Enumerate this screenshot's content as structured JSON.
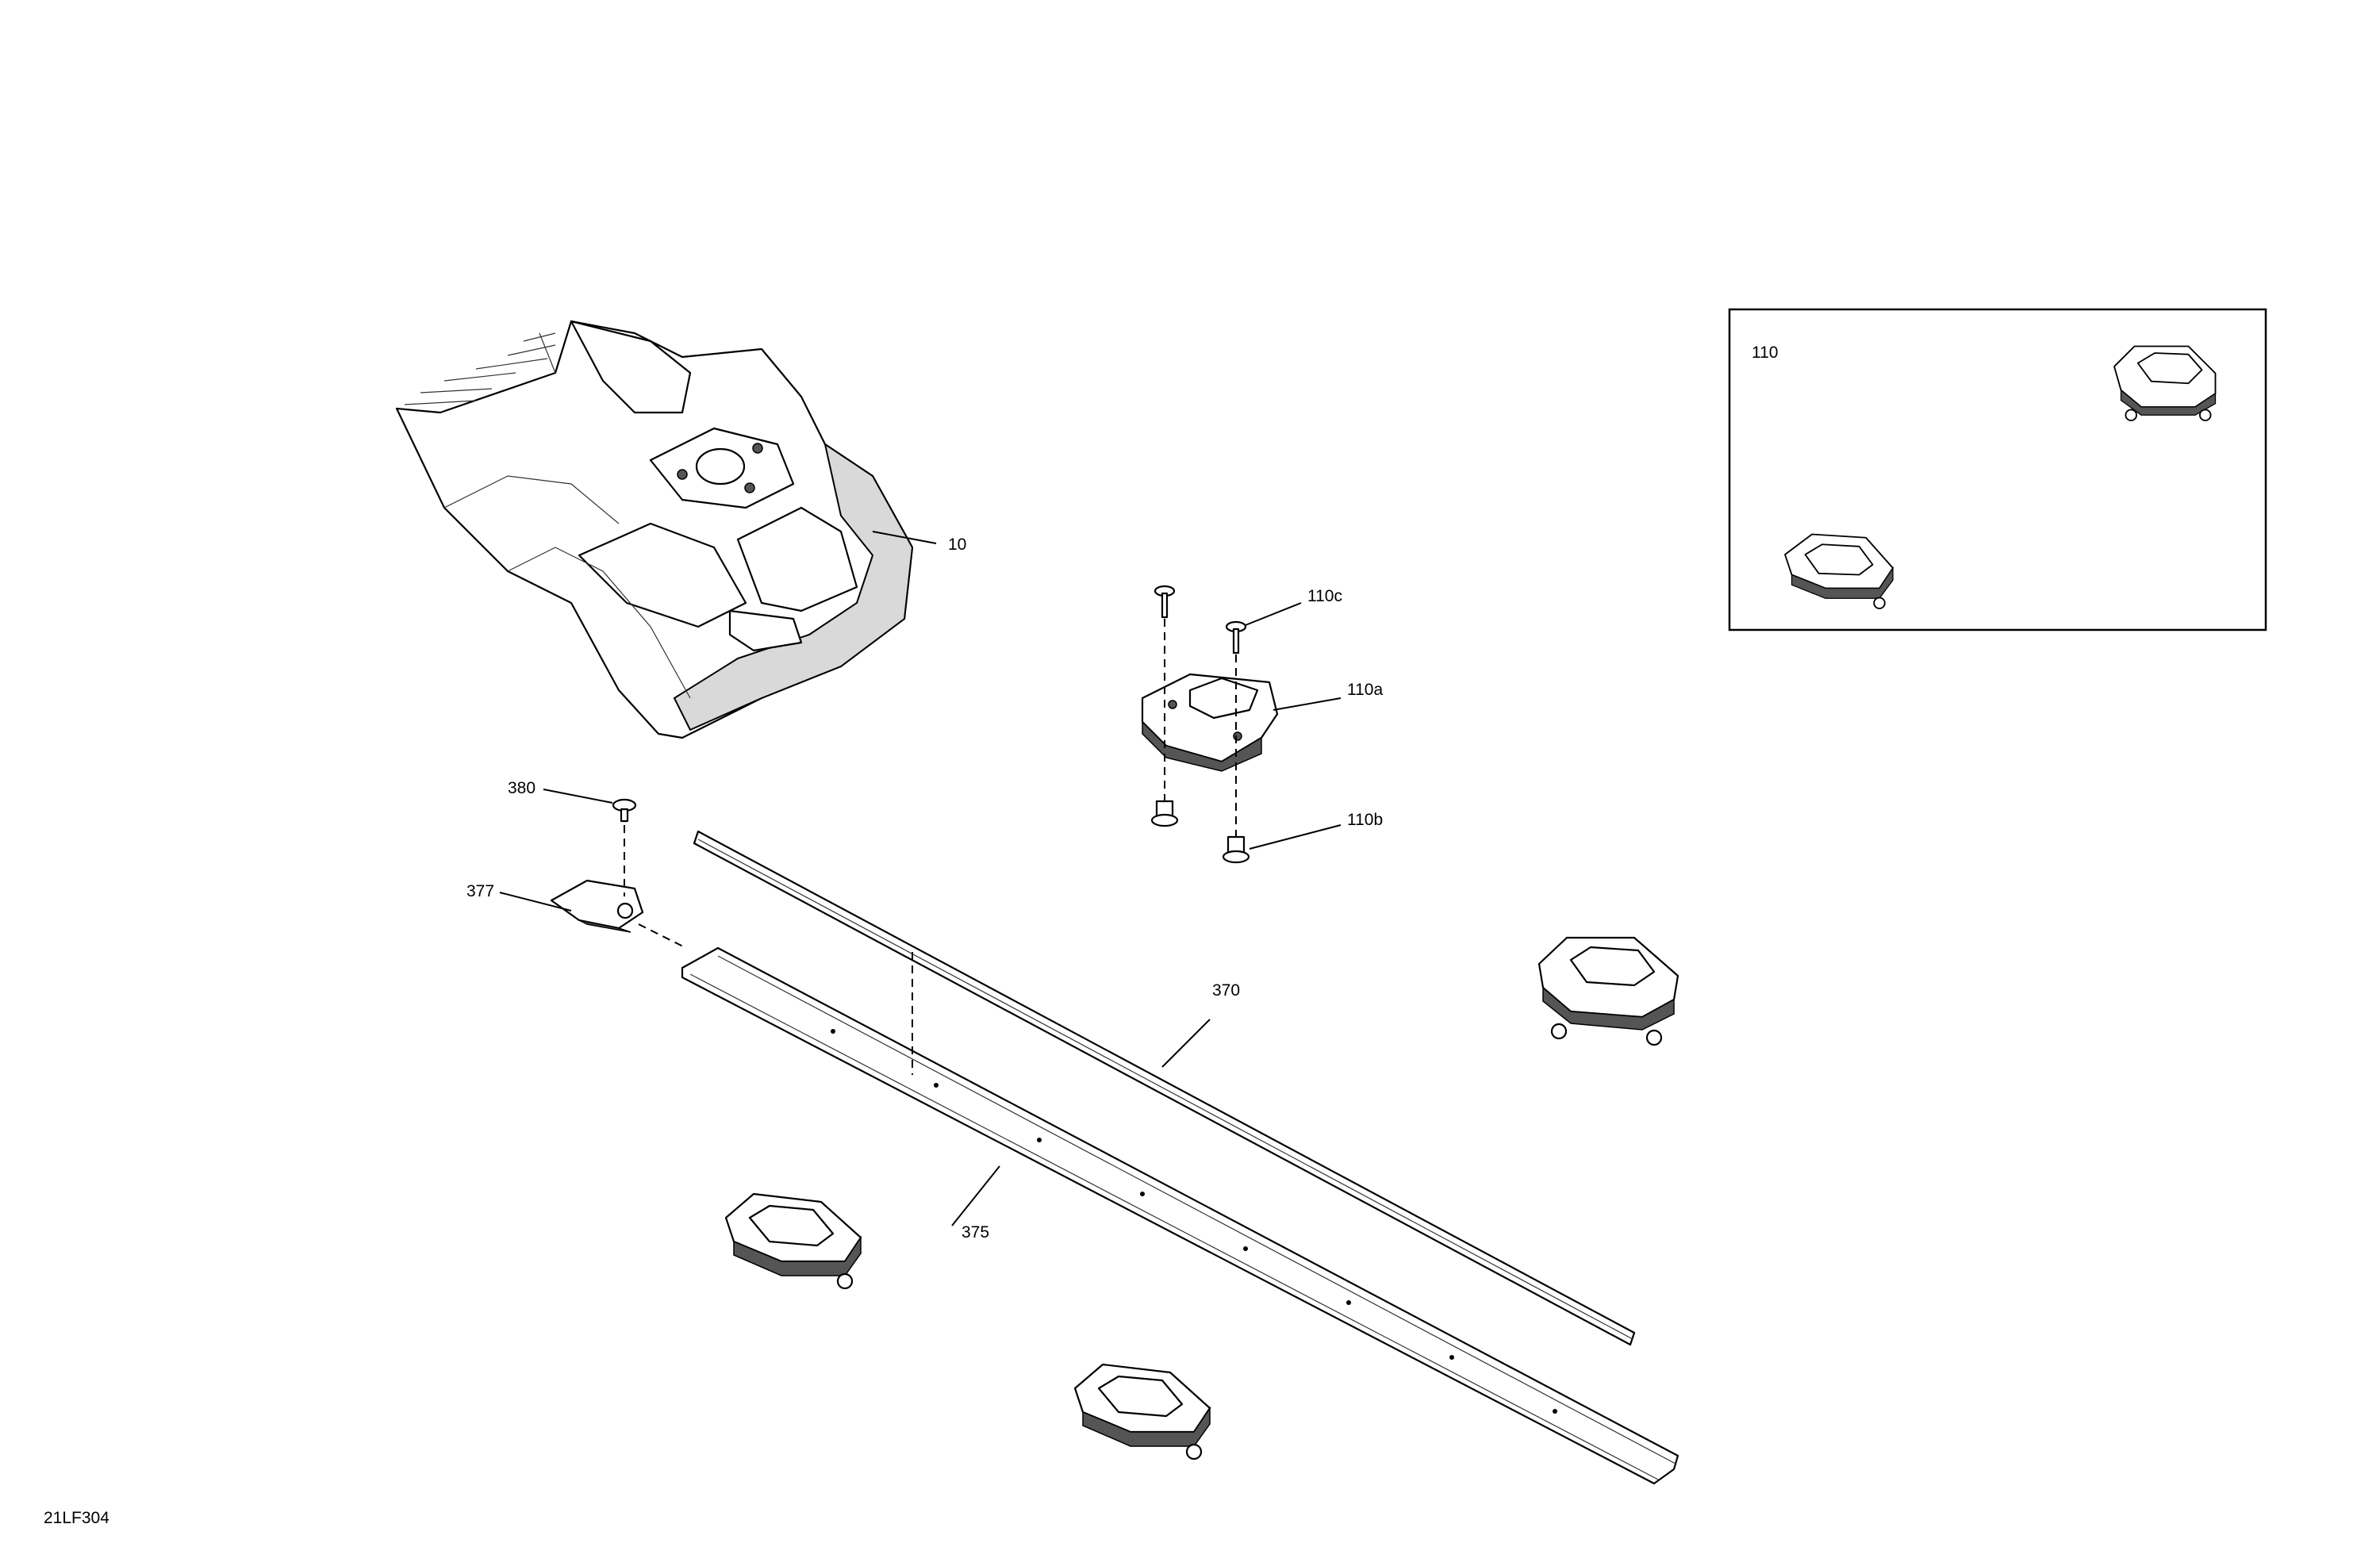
{
  "diagram": {
    "figure_code": "21LF304",
    "labels": {
      "p10": "10",
      "p110": "110",
      "p110a": "110a",
      "p110b": "110b",
      "p110c": "110c",
      "p370": "370",
      "p375": "375",
      "p377": "377",
      "p380": "380"
    }
  }
}
